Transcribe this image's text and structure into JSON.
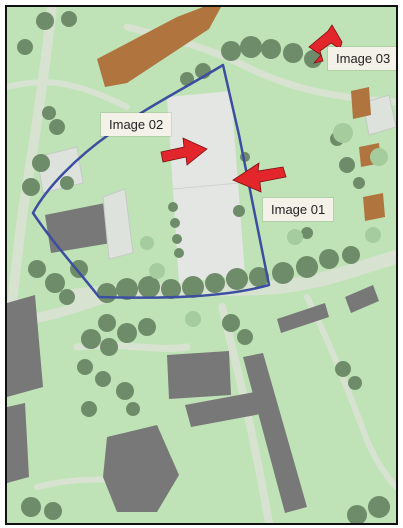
{
  "labels": {
    "image_01": "Image 01",
    "image_02": "Image 02",
    "image_03": "Image 03"
  },
  "colors": {
    "grass": "#bfe3b6",
    "path": "#d7e2d1",
    "tree": "#6f8c6a",
    "building_grey": "#787878",
    "building_brown": "#b0743e",
    "boundary": "#3b4ea0",
    "arrow": "#e3262c",
    "field": "#e3e6e2"
  },
  "icons": {
    "arrow": "red-arrow-icon"
  }
}
